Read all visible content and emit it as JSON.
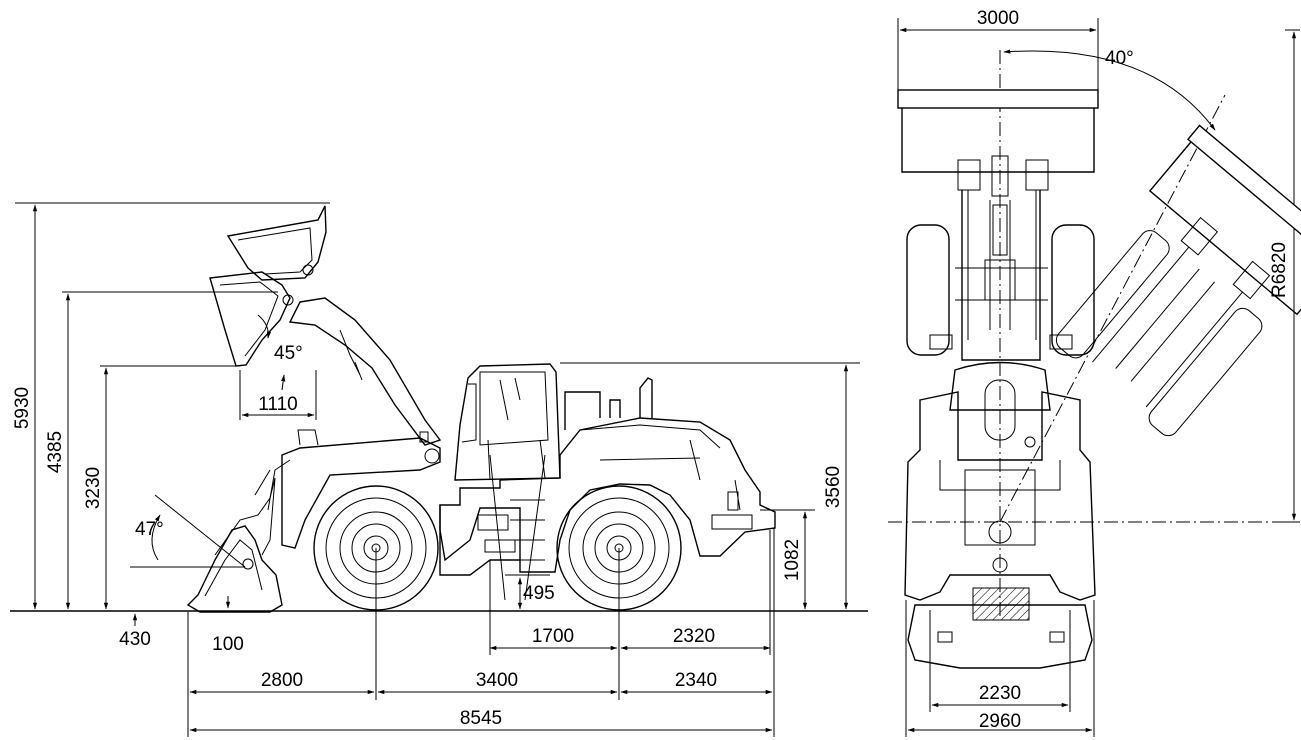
{
  "side_view": {
    "heights": {
      "max_bucket_pin": "5930",
      "dump_height": "4385",
      "dump_clearance": "3230",
      "cab_height": "3560",
      "hood_height": "1082",
      "ground_clearance": "495",
      "dig_depth": "430",
      "bucket_lip": "100"
    },
    "angles": {
      "dump_angle": "45°",
      "rollback_angle": "47°"
    },
    "lengths": {
      "dump_reach": "1110",
      "front_to_axle": "2800",
      "wheelbase": "3400",
      "rear_overhang": "2340",
      "total_length": "8545",
      "axle_to_hitch": "1700",
      "rear_to_counterweight": "2320"
    }
  },
  "top_view": {
    "bucket_width": "3000",
    "articulation_angle": "40°",
    "turning_radius": "R6820",
    "tread": "2230",
    "overall_width": "2960"
  }
}
